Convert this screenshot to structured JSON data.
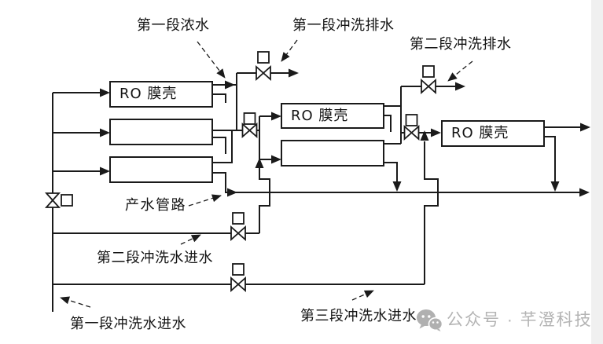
{
  "diagram": {
    "labels": {
      "stage1_concentrate": "第一段浓水",
      "stage1_flush_drain": "第一段冲洗排水",
      "stage2_flush_drain": "第二段冲洗排水",
      "product_water_line": "产水管路",
      "stage2_flush_inlet": "第二段冲洗水进水",
      "stage1_flush_inlet": "第一段冲洗水进水",
      "stage3_flush_inlet": "第三段冲洗水进水"
    },
    "vessels": {
      "label": "RO 膜壳",
      "stage1_count": 3,
      "stage2_count": 2,
      "stage3_count": 1
    },
    "watermark": {
      "icon": "wechat-icon",
      "text": "公众号 · 芊澄科技"
    },
    "colors": {
      "line": "#1a1a1a",
      "background": "#ffffff",
      "watermark": "#b4b4b4"
    }
  }
}
